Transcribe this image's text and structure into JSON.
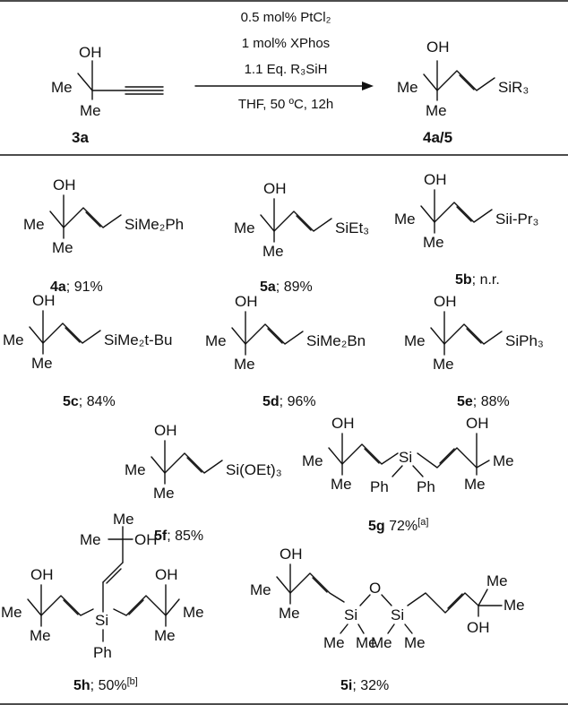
{
  "conditions": [
    "0.5 mol% PtCl₂",
    "1 mol% XPhos",
    "1.1 Eq. R₃SiH",
    "THF, 50 ºC, 12h"
  ],
  "reactant": {
    "id": "3a"
  },
  "product": {
    "id": "4a/5"
  },
  "entries": [
    {
      "id": "4a",
      "yield": "91%",
      "note": ""
    },
    {
      "id": "5a",
      "yield": "89%",
      "note": ""
    },
    {
      "id": "5b",
      "yield": "n.r.",
      "note": ""
    },
    {
      "id": "5c",
      "yield": "84%",
      "note": ""
    },
    {
      "id": "5d",
      "yield": "96%",
      "note": ""
    },
    {
      "id": "5e",
      "yield": "88%",
      "note": ""
    },
    {
      "id": "5f",
      "yield": "85%",
      "note": ""
    },
    {
      "id": "5g",
      "yield": "72%",
      "note": "[a]"
    },
    {
      "id": "5h",
      "yield": "50%",
      "note": "[b]"
    },
    {
      "id": "5i",
      "yield": "32%",
      "note": ""
    }
  ],
  "atoms": {
    "OH": "OH",
    "Me": "Me",
    "O": "O",
    "Si": "Si",
    "Ph": "Ph",
    "SiR3": "SiR₃",
    "SiMe2Ph": "SiMe₂Ph",
    "SiEt3": "SiEt₃",
    "SiiPr3": "Sii-Pr₃",
    "SiMe2tBu": "SiMe₂t-Bu",
    "SiMe2Bn": "SiMe₂Bn",
    "SiPh3": "SiPh₃",
    "SiOEt3": "Si(OEt)₃"
  }
}
